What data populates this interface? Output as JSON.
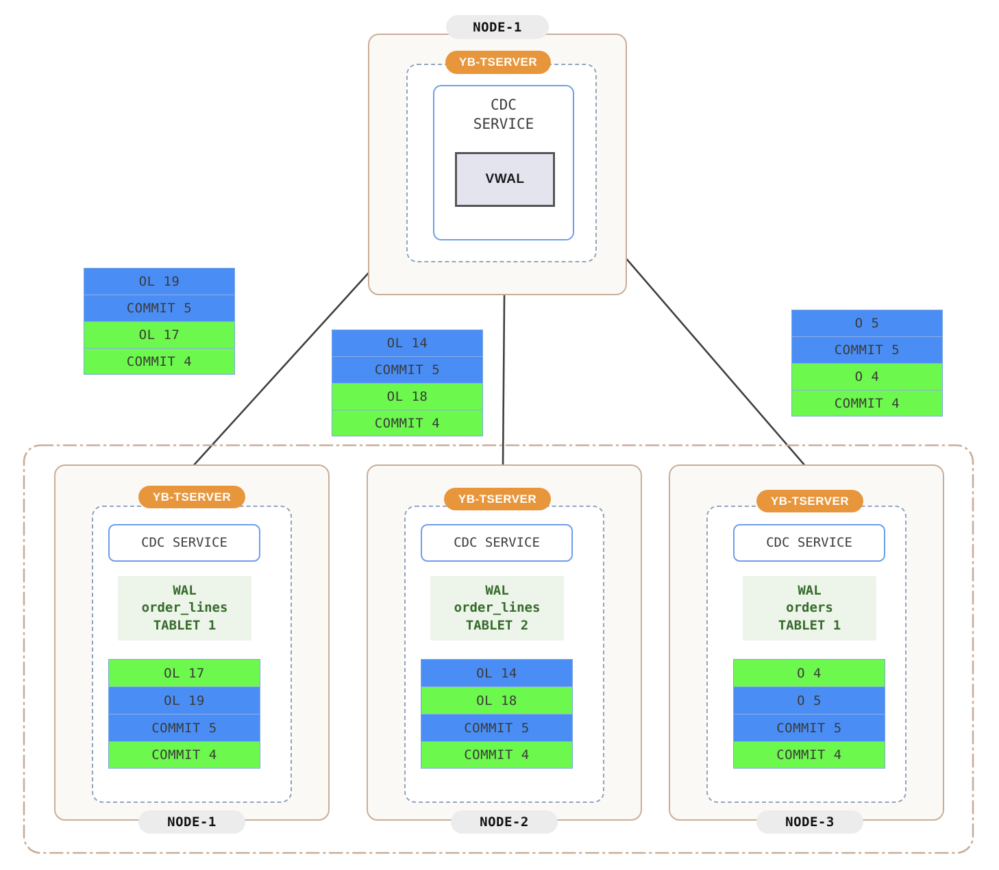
{
  "colors": {
    "record_blue": "#4a8ef5",
    "record_green": "#6cf84c",
    "tserver_orange": "#e8963c",
    "node_panel_border": "#c9ad97",
    "tserver_dash_border": "#8fa5bb",
    "cdc_border": "#6d9eeb",
    "vwal_fill": "#e4e4ef",
    "vwal_border": "#555555",
    "wal_fill": "#edf4ea",
    "wal_text": "#356b2a",
    "cluster_boundary": "#c9ad97",
    "arrow": "#3f3f3f",
    "node_chip_bg": "#ececec"
  },
  "top_node": {
    "node_label": "NODE-1",
    "tserver_label": "YB-TSERVER",
    "cdc_label": "CDC\nSERVICE",
    "vwal_label": "VWAL"
  },
  "vwal_streams": [
    {
      "id": "stream-left",
      "source_node": "NODE-1",
      "records": [
        {
          "label": "OL 19",
          "color": "blue"
        },
        {
          "label": "COMMIT 5",
          "color": "blue"
        },
        {
          "label": "OL 17",
          "color": "green"
        },
        {
          "label": "COMMIT 4",
          "color": "green"
        }
      ]
    },
    {
      "id": "stream-middle",
      "source_node": "NODE-2",
      "records": [
        {
          "label": "OL 14",
          "color": "blue"
        },
        {
          "label": "COMMIT 5",
          "color": "blue"
        },
        {
          "label": "OL 18",
          "color": "green"
        },
        {
          "label": "COMMIT 4",
          "color": "green"
        }
      ]
    },
    {
      "id": "stream-right",
      "source_node": "NODE-3",
      "records": [
        {
          "label": "O 5",
          "color": "blue"
        },
        {
          "label": "COMMIT 5",
          "color": "blue"
        },
        {
          "label": "O 4",
          "color": "green"
        },
        {
          "label": "COMMIT 4",
          "color": "green"
        }
      ]
    }
  ],
  "cluster_nodes": [
    {
      "node_label": "NODE-1",
      "tserver_label": "YB-TSERVER",
      "cdc_label": "CDC SERVICE",
      "wal": {
        "line1": "WAL",
        "line2": "order_lines",
        "line3": "TABLET 1"
      },
      "records": [
        {
          "label": "OL 17",
          "color": "green"
        },
        {
          "label": "OL 19",
          "color": "blue"
        },
        {
          "label": "COMMIT 5",
          "color": "blue"
        },
        {
          "label": "COMMIT 4",
          "color": "green"
        }
      ]
    },
    {
      "node_label": "NODE-2",
      "tserver_label": "YB-TSERVER",
      "cdc_label": "CDC SERVICE",
      "wal": {
        "line1": "WAL",
        "line2": "order_lines",
        "line3": "TABLET 2"
      },
      "records": [
        {
          "label": "OL 14",
          "color": "blue"
        },
        {
          "label": "OL 18",
          "color": "green"
        },
        {
          "label": "COMMIT 5",
          "color": "blue"
        },
        {
          "label": "COMMIT 4",
          "color": "green"
        }
      ]
    },
    {
      "node_label": "NODE-3",
      "tserver_label": "YB-TSERVER",
      "cdc_label": "CDC SERVICE",
      "wal": {
        "line1": "WAL",
        "line2": "orders",
        "line3": "TABLET 1"
      },
      "records": [
        {
          "label": "O 4",
          "color": "green"
        },
        {
          "label": "O 5",
          "color": "blue"
        },
        {
          "label": "COMMIT 5",
          "color": "blue"
        },
        {
          "label": "COMMIT 4",
          "color": "green"
        }
      ]
    }
  ],
  "arrows": [
    {
      "name": "arrow-node1-to-vwal",
      "from_node": "NODE-1",
      "to": "VWAL"
    },
    {
      "name": "arrow-node2-to-vwal",
      "from_node": "NODE-2",
      "to": "VWAL"
    },
    {
      "name": "arrow-node3-to-vwal",
      "from_node": "NODE-3",
      "to": "VWAL"
    }
  ]
}
